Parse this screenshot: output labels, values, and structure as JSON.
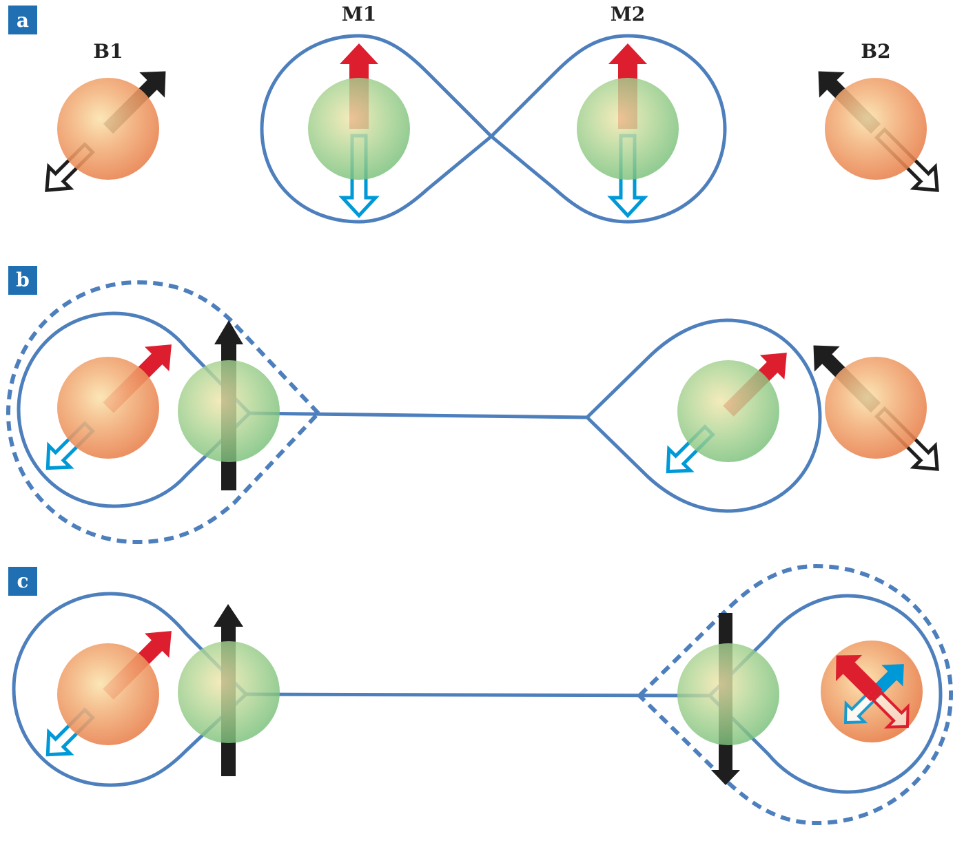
{
  "figure": {
    "colors": {
      "label_box": "#1f6fb2",
      "loop": "#4d7fbd",
      "spin_up_red": "#dc1e2e",
      "spin_down_blue": "#0099d8",
      "spin_black": "#1e1e1e",
      "orange_sphere": "#ee8a4e",
      "green_sphere": "#7fc47f"
    },
    "panels": [
      {
        "id": "a",
        "label": "a",
        "atoms": [
          {
            "name": "B1",
            "label": "B1",
            "type": "orange",
            "spin": "black-diagonal-up-right"
          },
          {
            "name": "M1",
            "label": "M1",
            "type": "green",
            "spin": "red-up-blue-down"
          },
          {
            "name": "M2",
            "label": "M2",
            "type": "green",
            "spin": "red-up-blue-down"
          },
          {
            "name": "B2",
            "label": "B2",
            "type": "orange",
            "spin": "black-diagonal-up-left"
          }
        ],
        "loops": [
          "figure-eight-solid"
        ]
      },
      {
        "id": "b",
        "label": "b",
        "atoms": [
          {
            "name": "left-orange",
            "type": "orange",
            "spin": "red-blue-diagonal"
          },
          {
            "name": "left-green",
            "type": "green",
            "spin": "black-up"
          },
          {
            "name": "right-green",
            "type": "green",
            "spin": "red-blue-diagonal"
          },
          {
            "name": "right-orange",
            "type": "orange",
            "spin": "black-diagonal-up-left"
          }
        ],
        "loops": [
          "left-teardrop-solid",
          "left-teardrop-dashed",
          "right-teardrop-solid",
          "bond-line"
        ]
      },
      {
        "id": "c",
        "label": "c",
        "atoms": [
          {
            "name": "left-orange",
            "type": "orange",
            "spin": "red-blue-diagonal"
          },
          {
            "name": "left-green",
            "type": "green",
            "spin": "black-up"
          },
          {
            "name": "right-green",
            "type": "green",
            "spin": "black-down"
          },
          {
            "name": "right-orange",
            "type": "orange",
            "spin": "crossed-red-blue"
          }
        ],
        "loops": [
          "left-teardrop-solid",
          "right-teardrop-solid",
          "right-teardrop-dashed",
          "bond-line"
        ]
      }
    ]
  }
}
